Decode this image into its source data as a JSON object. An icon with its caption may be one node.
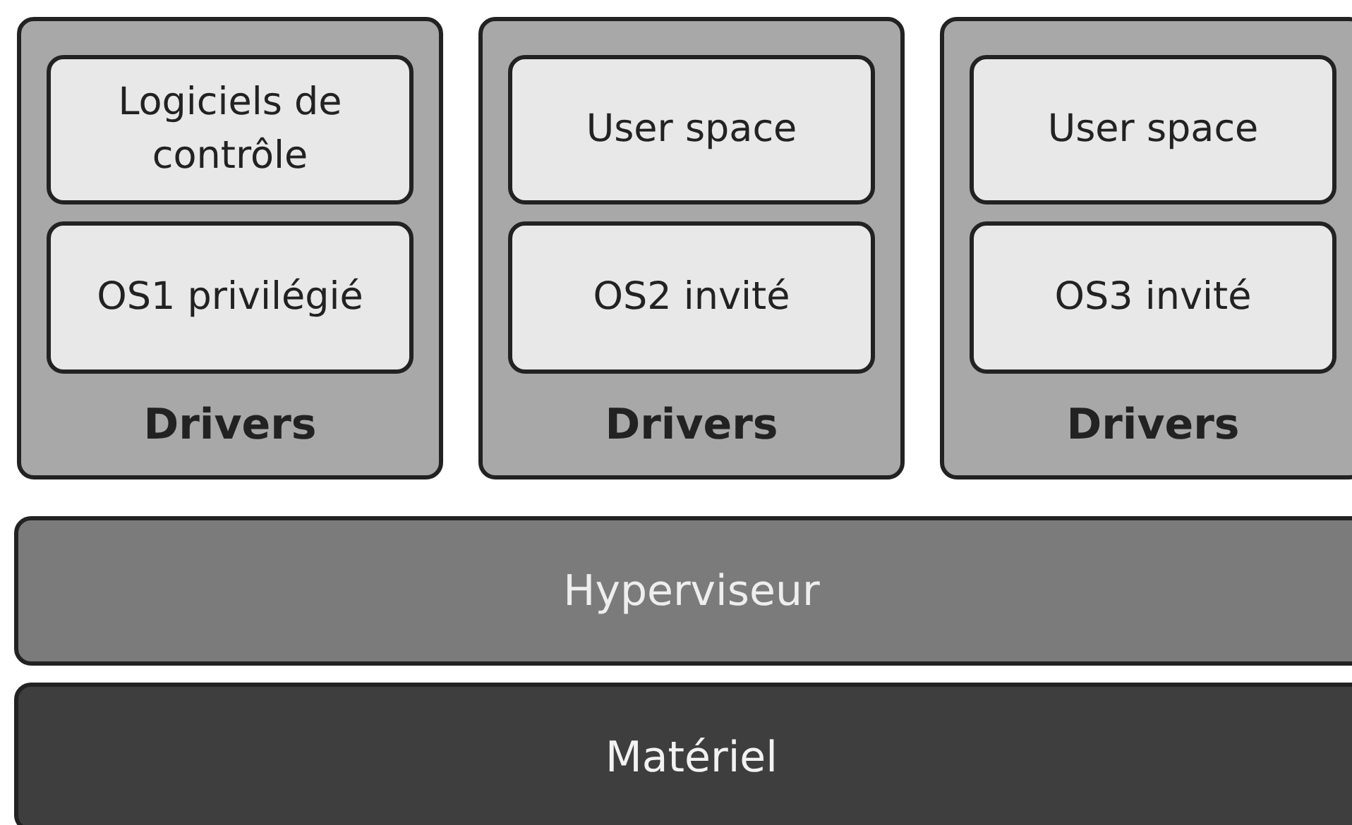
{
  "diagram": {
    "nodes": [
      {
        "text": [
          "Drivers"
        ]
      },
      {
        "text": [
          "Logiciels de contrôle"
        ],
        "in": 0
      },
      {
        "text": [
          "OS1 privilégié"
        ],
        "in": 0
      },
      {
        "text": [
          "Drivers"
        ]
      },
      {
        "text": [
          "User space"
        ],
        "in": 3
      },
      {
        "text": [
          "OS2 invité"
        ],
        "in": 3
      },
      {
        "text": [
          "Drivers"
        ]
      },
      {
        "text": [
          "User space"
        ],
        "in": 6
      },
      {
        "text": [
          "OS3 invité"
        ],
        "in": 6
      },
      {
        "text": [
          "Hyperviseur"
        ]
      },
      {
        "text": [
          "Matériel"
        ]
      }
    ]
  }
}
